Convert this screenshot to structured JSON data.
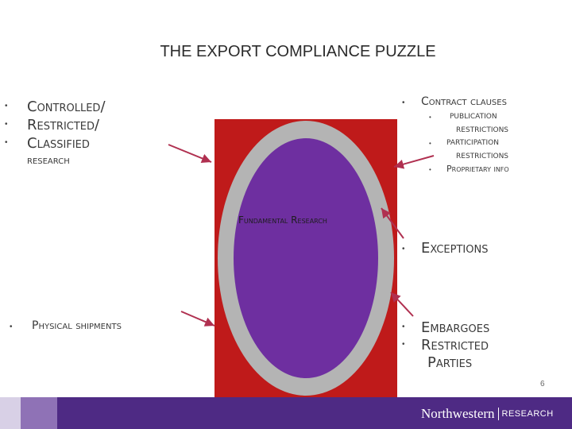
{
  "slide": {
    "title": "THE EXPORT COMPLIANCE PUZZLE",
    "bullet_char": "•",
    "left_top": {
      "line1": "Controlled/",
      "line2": "Restricted/",
      "line3": "Classified",
      "line4": "research"
    },
    "contract": {
      "heading": "Contract clauses",
      "sub1_line1": "publication",
      "sub1_line2": "restrictions",
      "sub2_line1": "participation",
      "sub2_line2": "restrictions",
      "sub3": "Proprietary info"
    },
    "center_label": "Fundamental Research",
    "exceptions": "Exceptions",
    "shipments": "Physical shipments",
    "embargoes": "Embargoes",
    "restricted_line1": "Restricted",
    "restricted_line2": "Parties",
    "page_number": "6"
  },
  "footer": {
    "logo_main": "Northwestern",
    "logo_sub": "RESEARCH"
  },
  "colors": {
    "red": "#bf1a1a",
    "gray_ring": "#b4b4b4",
    "purple": "#6e2fa0",
    "footer_purple": "#4e2a84",
    "arrow": "#b03050"
  }
}
